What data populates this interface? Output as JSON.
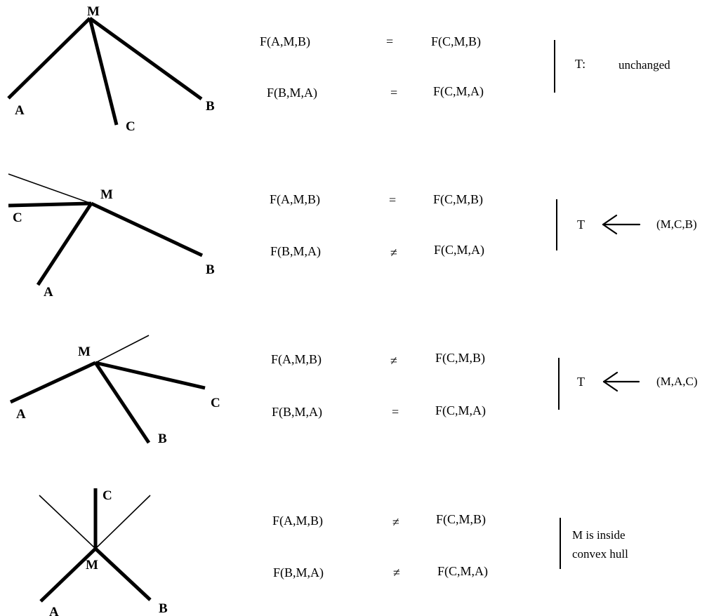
{
  "rows": [
    {
      "points": {
        "m": "M",
        "a": "A",
        "b": "B",
        "c": "C"
      },
      "eq1": {
        "left": "F(A,M,B)",
        "rel": "=",
        "right": "F(C,M,B)"
      },
      "eq2": {
        "left": "F(B,M,A)",
        "rel": "=",
        "right": "F(C,M,A)"
      },
      "result": {
        "t": "T:",
        "text": "unchanged"
      }
    },
    {
      "points": {
        "m": "M",
        "a": "A",
        "b": "B",
        "c": "C"
      },
      "eq1": {
        "left": "F(A,M,B)",
        "rel": "=",
        "right": "F(C,M,B)"
      },
      "eq2": {
        "left": "F(B,M,A)",
        "rel": "≠",
        "right": "F(C,M,A)"
      },
      "result": {
        "t": "T",
        "arrow": "arrow-left-icon",
        "text": "(M,C,B)"
      }
    },
    {
      "points": {
        "m": "M",
        "a": "A",
        "b": "B",
        "c": "C"
      },
      "eq1": {
        "left": "F(A,M,B)",
        "rel": "≠",
        "right": "F(C,M,B)"
      },
      "eq2": {
        "left": "F(B,M,A)",
        "rel": "=",
        "right": "F(C,M,A)"
      },
      "result": {
        "t": "T",
        "arrow": "arrow-left-icon",
        "text": "(M,A,C)"
      }
    },
    {
      "points": {
        "m": "M",
        "a": "A",
        "b": "B",
        "c": "C"
      },
      "eq1": {
        "left": "F(A,M,B)",
        "rel": "≠",
        "right": "F(C,M,B)"
      },
      "eq2": {
        "left": "F(B,M,A)",
        "rel": "≠",
        "right": "F(C,M,A)"
      },
      "result": {
        "line1": "M is inside",
        "line2": "convex hull"
      }
    }
  ]
}
